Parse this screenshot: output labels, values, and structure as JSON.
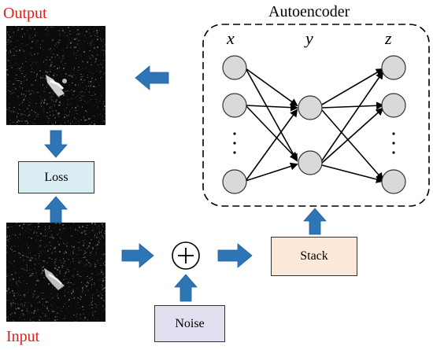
{
  "labels": {
    "output": "Output",
    "input": "Input",
    "autoencoder": "Autoencoder",
    "layer_x": "x",
    "layer_y": "y",
    "layer_z": "z",
    "loss": "Loss",
    "stack": "Stack",
    "noise": "Noise",
    "dots": "·\n·\n·"
  },
  "colors": {
    "title_red": "#e0201c",
    "arrow_blue": "#2e75b6",
    "loss_fill": "#daeef3",
    "stack_fill": "#fde9d9",
    "noise_fill": "#e4dff0",
    "node_fill": "#d9d9d9"
  },
  "icons": {
    "sum": "plus-circle-icon",
    "flow": "block-arrow-icon"
  }
}
